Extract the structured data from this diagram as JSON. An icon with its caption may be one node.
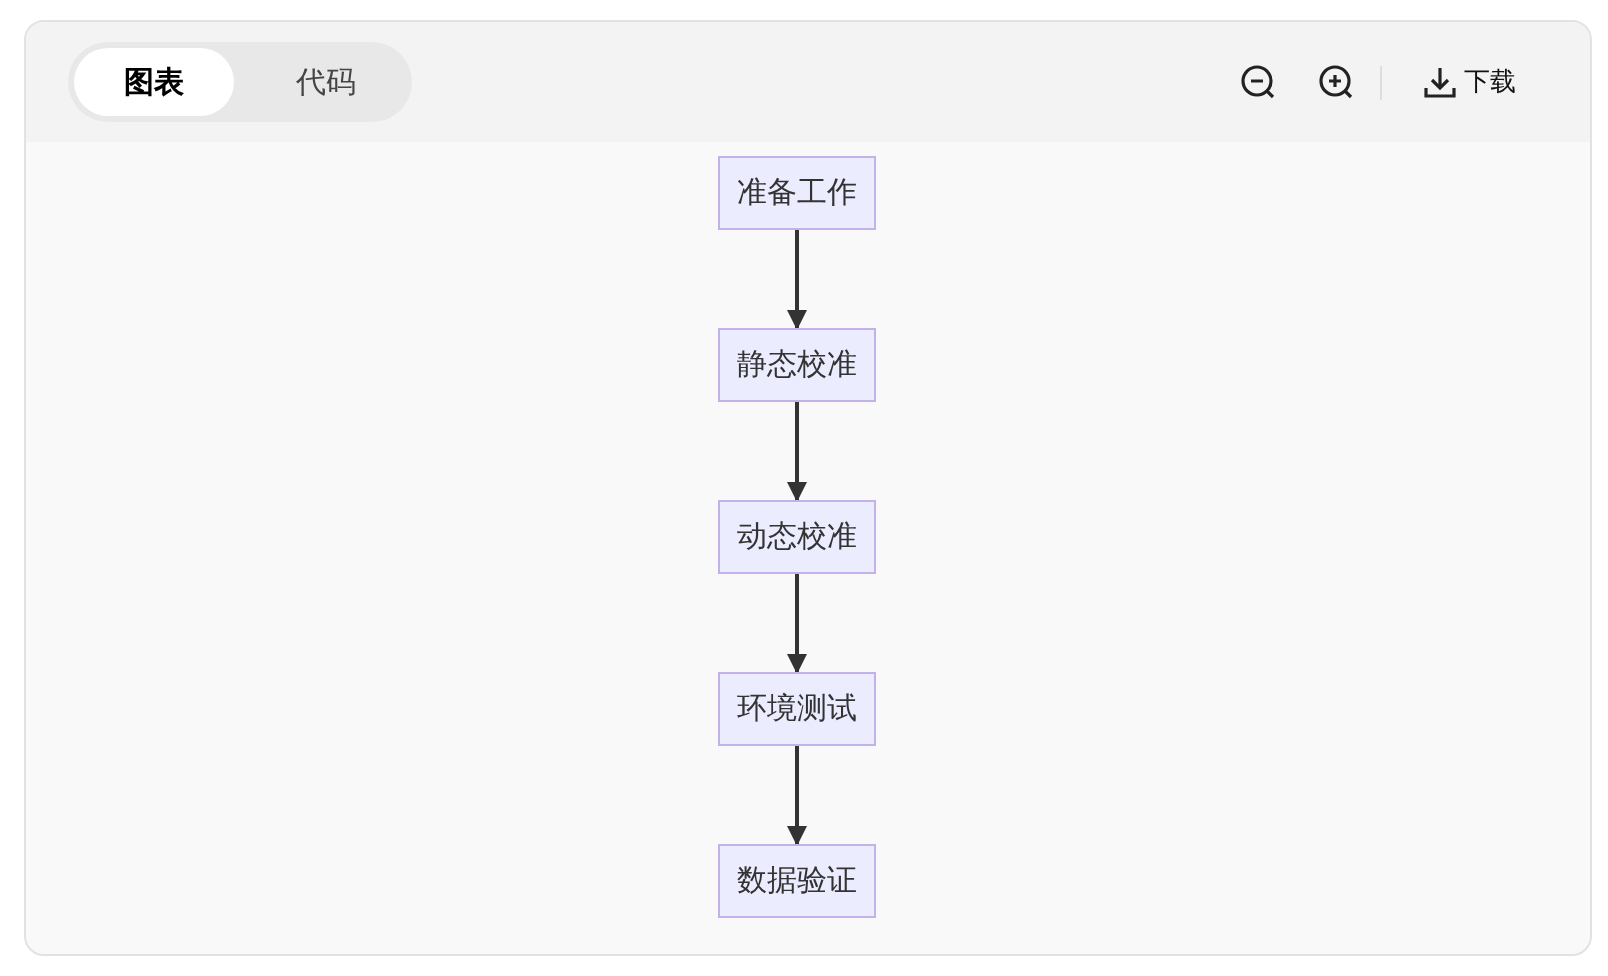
{
  "diagram": {
    "nodes": [
      {
        "text": [
          "准备工作"
        ]
      },
      {
        "text": [
          "静态校准"
        ]
      },
      {
        "text": [
          "动态校准"
        ]
      },
      {
        "text": [
          "环境测试"
        ]
      },
      {
        "text": [
          "数据验证"
        ]
      }
    ],
    "edges": [
      {
        "from": 0,
        "to": 1,
        "arrow": "to"
      },
      {
        "from": 1,
        "to": 2,
        "arrow": "to"
      },
      {
        "from": 2,
        "to": 3,
        "arrow": "to"
      },
      {
        "from": 3,
        "to": 4,
        "arrow": "to"
      }
    ],
    "labels": [
      "图表",
      "代码",
      "下载"
    ]
  }
}
